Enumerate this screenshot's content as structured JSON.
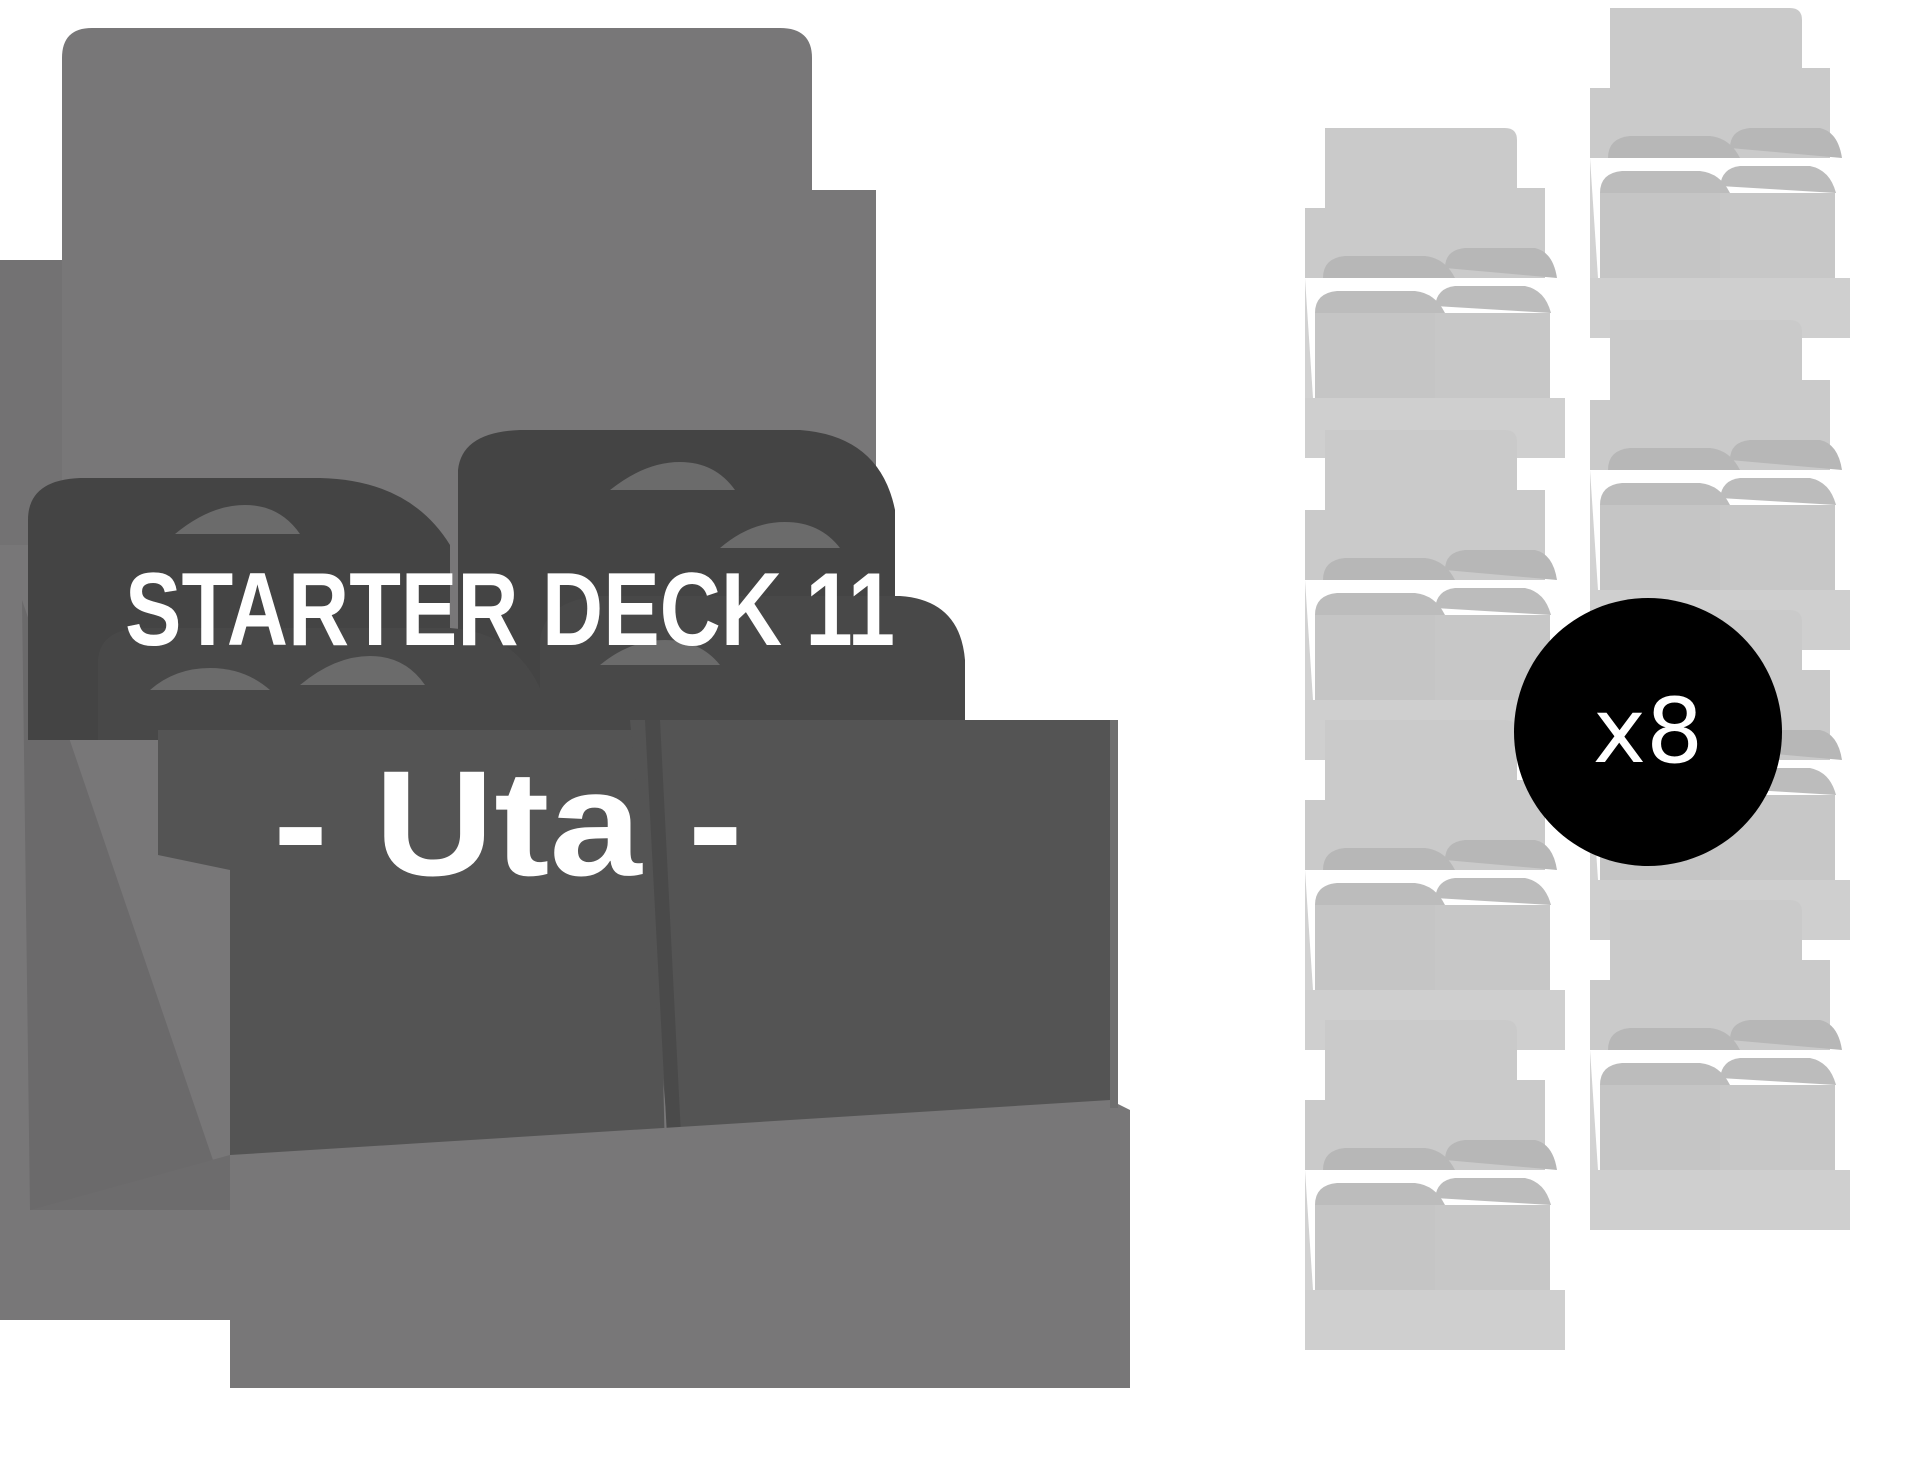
{
  "product": {
    "title_line1": "STARTER DECK 11",
    "title_line2": "- Uta -"
  },
  "quantity_badge": {
    "text": "x8"
  },
  "colors": {
    "main_box_light": "#787778",
    "main_box_dark": "#545454",
    "deck_dark": "#444444",
    "stack_light": "#cccccc",
    "stack_mid": "#bfbfbf",
    "badge": "#000000"
  },
  "icons": {
    "main": "display-box-icon",
    "stack": "stacked-display-boxes-icon",
    "badge": "quantity-badge"
  }
}
